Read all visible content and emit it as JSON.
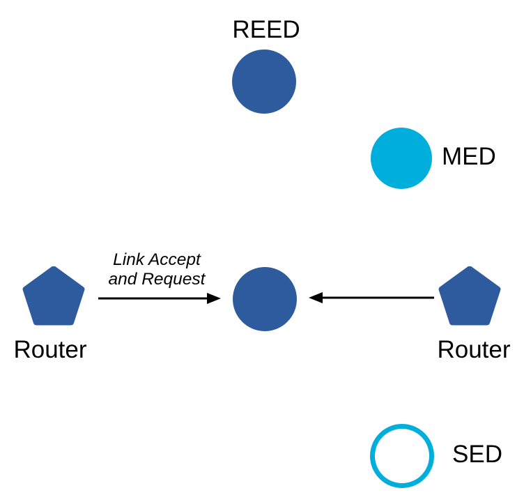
{
  "diagram": {
    "colors": {
      "node_blue": "#2E5B9D",
      "node_cyan": "#00AEDC",
      "arrow": "#000000",
      "background": "#FFFFFF"
    },
    "nodes": {
      "reed": {
        "label": "REED",
        "shape": "filled-circle",
        "color": "#2E5B9D"
      },
      "med": {
        "label": "MED",
        "shape": "filled-circle",
        "color": "#00AEDC"
      },
      "parent": {
        "shape": "filled-circle",
        "color": "#2E5B9D"
      },
      "router_left": {
        "label": "Router",
        "shape": "pentagon",
        "color": "#2E5B9D"
      },
      "router_right": {
        "label": "Router",
        "shape": "pentagon",
        "color": "#2E5B9D"
      },
      "sed": {
        "label": "SED",
        "shape": "outlined-circle",
        "color": "#00AEDC"
      }
    },
    "edges": {
      "left": {
        "from": "router_left",
        "to": "parent",
        "label_line1": "Link Accept",
        "label_line2": "and Request"
      },
      "right": {
        "from": "router_right",
        "to": "parent"
      }
    }
  }
}
